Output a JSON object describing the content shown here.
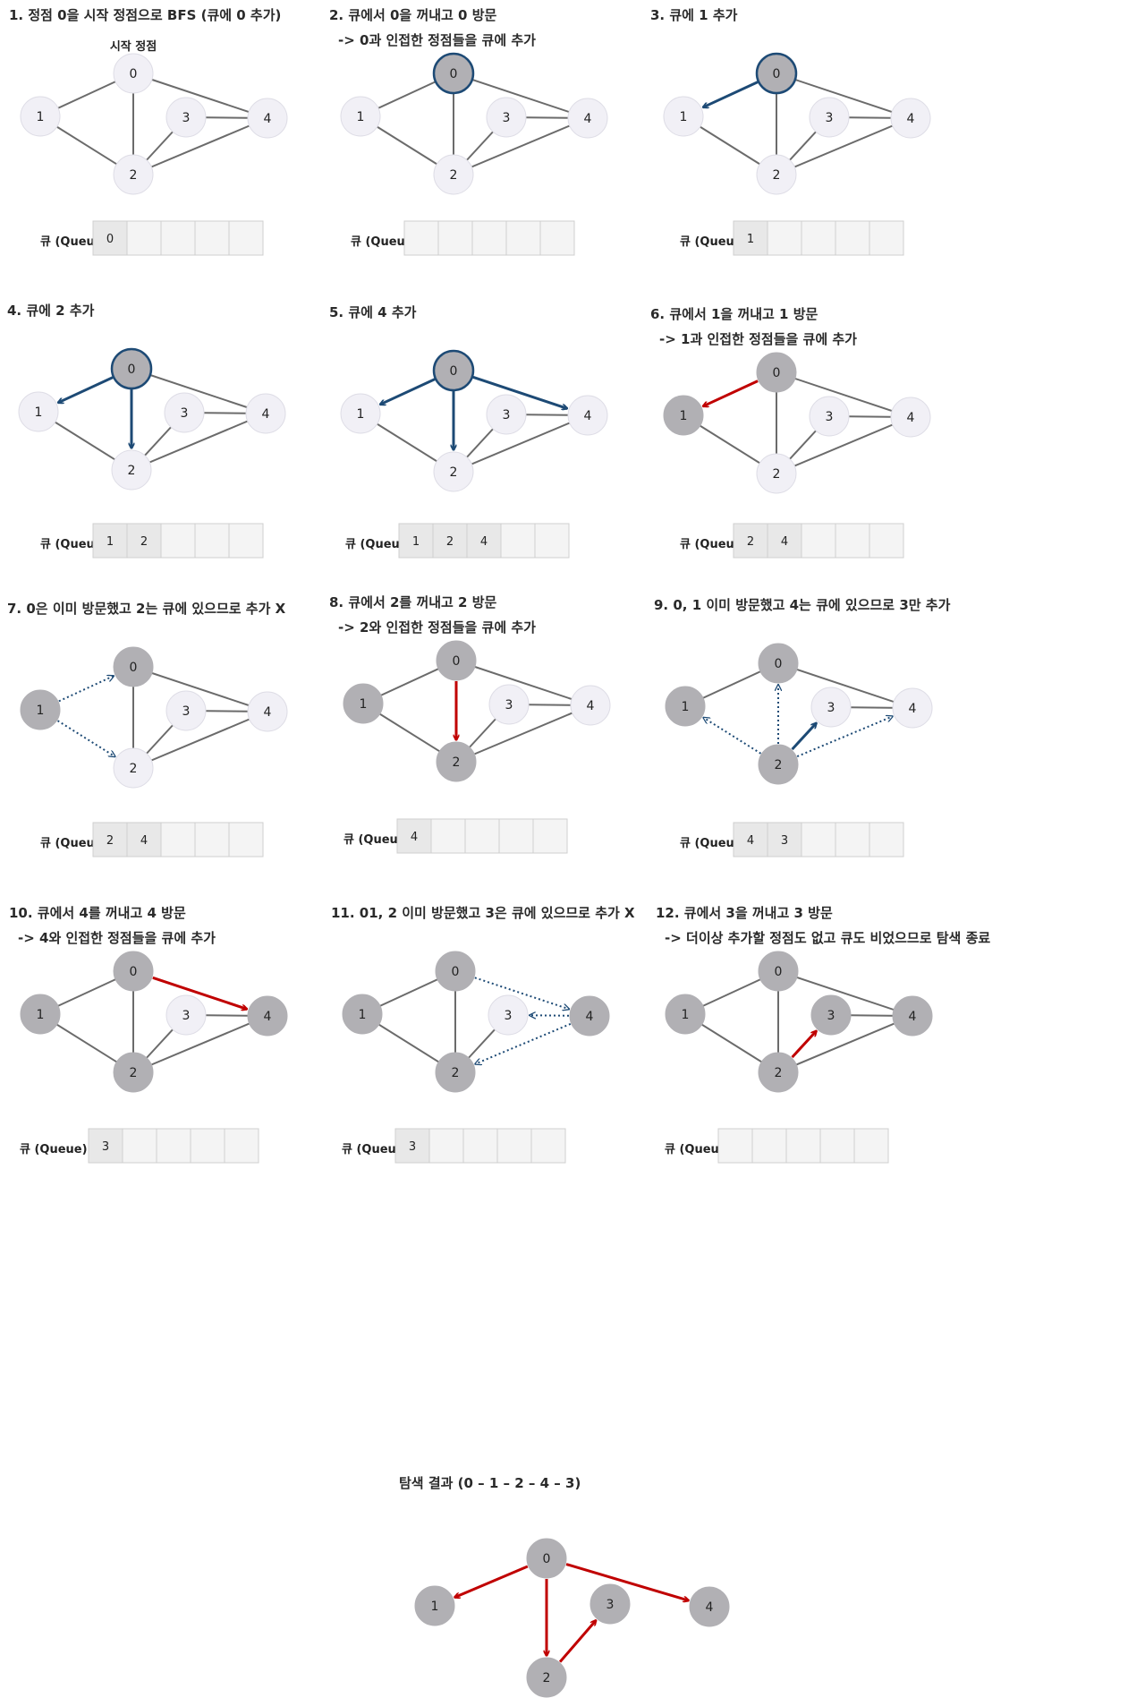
{
  "colors": {
    "node_unvisited": "#f1f0f6",
    "node_visited": "#b1b0b4",
    "node_stroke": "#dedde6",
    "current_stroke": "#1d4a75",
    "edge": "#6b6b6b",
    "blue": "#1d4a75",
    "red": "#c00000",
    "queue_filled": "#e8e8e8",
    "queue_empty": "#f4f4f4",
    "queue_border": "#cfcfcf"
  },
  "queue_label": "큐 (Queue)",
  "panels": [
    {
      "id": "p1",
      "title_lines": [
        "1. 정점 0을 시작 정점으로 BFS (큐에 0 추가)"
      ],
      "start_label": "시작 정점",
      "visited": [],
      "current": null,
      "arrows": [],
      "queue": [
        "0"
      ]
    },
    {
      "id": "p2",
      "title_lines": [
        "2. 큐에서 0을 꺼내고 0 방문",
        "-> 0과 인접한 정점들을 큐에 추가"
      ],
      "visited": [
        "0"
      ],
      "current": "0",
      "arrows": [],
      "queue": []
    },
    {
      "id": "p3",
      "title_lines": [
        "3. 큐에 1 추가"
      ],
      "visited": [
        "0"
      ],
      "current": "0",
      "arrows": [
        {
          "from": "0",
          "to": "1",
          "style": "blue-solid"
        }
      ],
      "queue": [
        "1"
      ]
    },
    {
      "id": "p4",
      "title_lines": [
        "4. 큐에 2 추가"
      ],
      "visited": [
        "0"
      ],
      "current": "0",
      "arrows": [
        {
          "from": "0",
          "to": "1",
          "style": "blue-solid"
        },
        {
          "from": "0",
          "to": "2",
          "style": "blue-solid"
        }
      ],
      "queue": [
        "1",
        "2"
      ]
    },
    {
      "id": "p5",
      "title_lines": [
        "5. 큐에 4 추가"
      ],
      "visited": [
        "0"
      ],
      "current": "0",
      "arrows": [
        {
          "from": "0",
          "to": "1",
          "style": "blue-solid"
        },
        {
          "from": "0",
          "to": "2",
          "style": "blue-solid"
        },
        {
          "from": "0",
          "to": "4",
          "style": "blue-solid"
        }
      ],
      "queue": [
        "1",
        "2",
        "4"
      ]
    },
    {
      "id": "p6",
      "title_lines": [
        "6. 큐에서 1을 꺼내고 1 방문",
        "-> 1과 인접한 정점들을 큐에 추가"
      ],
      "visited": [
        "0",
        "1"
      ],
      "current": null,
      "arrows": [
        {
          "from": "0",
          "to": "1",
          "style": "red-solid"
        }
      ],
      "queue": [
        "2",
        "4"
      ]
    },
    {
      "id": "p7",
      "title_lines": [
        "7. 0은 이미 방문했고 2는 큐에 있으므로 추가 X"
      ],
      "visited": [
        "0",
        "1"
      ],
      "current": null,
      "arrows": [
        {
          "from": "1",
          "to": "0",
          "style": "blue-dotted"
        },
        {
          "from": "1",
          "to": "2",
          "style": "blue-dotted"
        }
      ],
      "queue": [
        "2",
        "4"
      ]
    },
    {
      "id": "p8",
      "title_lines": [
        "8. 큐에서 2를 꺼내고 2 방문",
        "-> 2와 인접한 정점들을 큐에 추가"
      ],
      "visited": [
        "0",
        "1",
        "2"
      ],
      "current": null,
      "arrows": [
        {
          "from": "0",
          "to": "2",
          "style": "red-solid"
        }
      ],
      "queue": [
        "4"
      ]
    },
    {
      "id": "p9",
      "title_lines": [
        "9. 0, 1 이미 방문했고 4는 큐에 있으므로 3만 추가"
      ],
      "visited": [
        "0",
        "1",
        "2"
      ],
      "current": null,
      "arrows": [
        {
          "from": "2",
          "to": "0",
          "style": "blue-dotted"
        },
        {
          "from": "2",
          "to": "1",
          "style": "blue-dotted"
        },
        {
          "from": "2",
          "to": "4",
          "style": "blue-dotted"
        },
        {
          "from": "2",
          "to": "3",
          "style": "blue-solid"
        }
      ],
      "queue": [
        "4",
        "3"
      ]
    },
    {
      "id": "p10",
      "title_lines": [
        "10. 큐에서 4를 꺼내고 4 방문",
        "-> 4와 인접한 정점들을 큐에 추가"
      ],
      "visited": [
        "0",
        "1",
        "2",
        "4"
      ],
      "current": null,
      "arrows": [
        {
          "from": "0",
          "to": "4",
          "style": "red-solid"
        }
      ],
      "queue": [
        "3"
      ]
    },
    {
      "id": "p11",
      "title_lines": [
        "11. 01, 2 이미 방문했고 3은 큐에 있으므로 추가 X"
      ],
      "visited": [
        "0",
        "1",
        "2",
        "4"
      ],
      "current": null,
      "arrows": [
        {
          "from": "0",
          "to": "4",
          "style": "blue-dotted"
        },
        {
          "from": "4",
          "to": "3",
          "style": "blue-dotted"
        },
        {
          "from": "4",
          "to": "2",
          "style": "blue-dotted"
        }
      ],
      "queue": [
        "3"
      ]
    },
    {
      "id": "p12",
      "title_lines": [
        "12. 큐에서 3을 꺼내고 3 방문",
        "-> 더이상 추가할 정점도 없고 큐도 비었으므로 탐색 종료"
      ],
      "visited": [
        "0",
        "1",
        "2",
        "3",
        "4"
      ],
      "current": null,
      "arrows": [
        {
          "from": "2",
          "to": "3",
          "style": "red-solid"
        }
      ],
      "queue": []
    }
  ],
  "result": {
    "title": "탐색 결과 (0 – 1 – 2 – 4 – 3)",
    "arrows": [
      {
        "from": "0",
        "to": "1"
      },
      {
        "from": "0",
        "to": "2"
      },
      {
        "from": "0",
        "to": "4"
      },
      {
        "from": "2",
        "to": "3"
      }
    ]
  }
}
